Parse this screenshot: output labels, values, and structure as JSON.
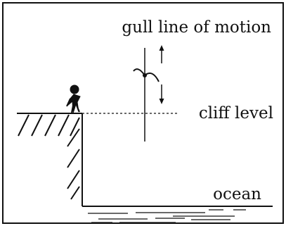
{
  "labels": {
    "gull_motion": "gull line of motion",
    "cliff_level": "cliff level",
    "ocean": "ocean"
  },
  "colors": {
    "ink": "#111111",
    "background": "#ffffff"
  },
  "icons": {
    "person": "stick-figure-icon",
    "gull": "gull-icon",
    "up_arrow": "arrow-up-icon",
    "down_arrow": "arrow-down-icon"
  }
}
